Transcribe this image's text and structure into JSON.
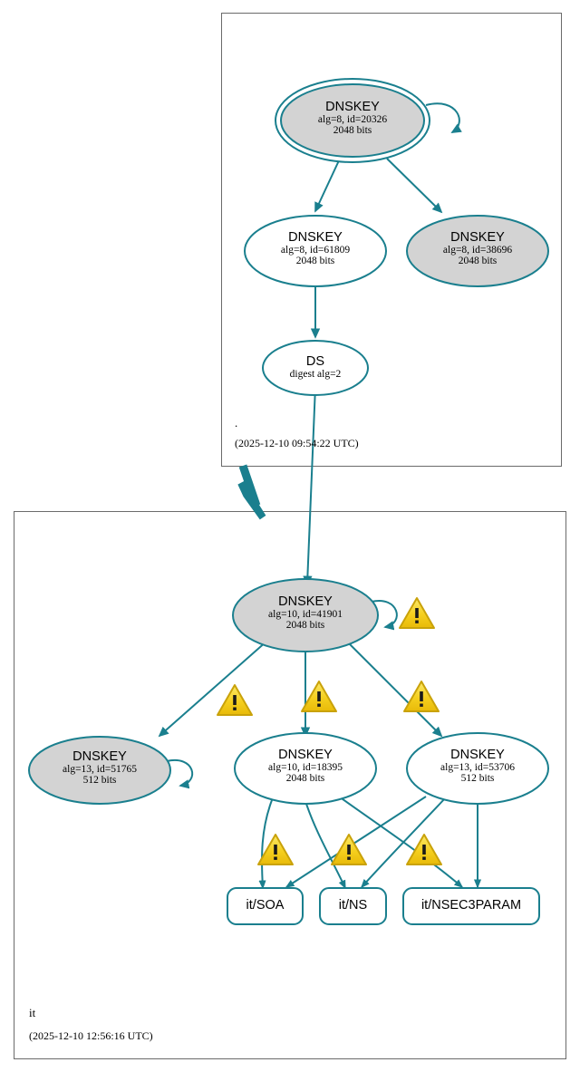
{
  "diagram": {
    "type": "dnssec-authentication-chain",
    "colors": {
      "edge": "#1a7f8e",
      "node_stroke": "#1a7f8e",
      "secure_fill": "#d3d3d3",
      "plain_fill": "#ffffff",
      "cluster_border": "#6b6b6b",
      "warning_fill": "#f5d328",
      "warning_stroke": "#c9a20a",
      "text": "#000000"
    },
    "clusters": [
      {
        "id": "root",
        "name": ".",
        "timestamp": "(2025-12-10 09:54:22 UTC)"
      },
      {
        "id": "it",
        "name": "it",
        "timestamp": "(2025-12-10 12:56:16 UTC)"
      }
    ],
    "nodes": [
      {
        "id": "root-ksk",
        "cluster": "root",
        "shape": "ellipse",
        "trust_anchor": true,
        "filled": true,
        "title": "DNSKEY",
        "line2": "alg=8, id=20326",
        "line3": "2048 bits",
        "self_loop": true
      },
      {
        "id": "root-zsk-61809",
        "cluster": "root",
        "shape": "ellipse",
        "trust_anchor": false,
        "filled": false,
        "title": "DNSKEY",
        "line2": "alg=8, id=61809",
        "line3": "2048 bits",
        "self_loop": false
      },
      {
        "id": "root-zsk-38696",
        "cluster": "root",
        "shape": "ellipse",
        "trust_anchor": false,
        "filled": true,
        "title": "DNSKEY",
        "line2": "alg=8, id=38696",
        "line3": "2048 bits",
        "self_loop": false
      },
      {
        "id": "root-ds",
        "cluster": "root",
        "shape": "ellipse",
        "trust_anchor": false,
        "filled": false,
        "title": "DS",
        "line2": "digest alg=2",
        "line3": "",
        "self_loop": false
      },
      {
        "id": "it-ksk-41901",
        "cluster": "it",
        "shape": "ellipse",
        "trust_anchor": false,
        "filled": true,
        "title": "DNSKEY",
        "line2": "alg=10, id=41901",
        "line3": "2048 bits",
        "self_loop": true
      },
      {
        "id": "it-key-51765",
        "cluster": "it",
        "shape": "ellipse",
        "trust_anchor": false,
        "filled": true,
        "title": "DNSKEY",
        "line2": "alg=13, id=51765",
        "line3": "512 bits",
        "self_loop": true
      },
      {
        "id": "it-key-18395",
        "cluster": "it",
        "shape": "ellipse",
        "trust_anchor": false,
        "filled": false,
        "title": "DNSKEY",
        "line2": "alg=10, id=18395",
        "line3": "2048 bits",
        "self_loop": false
      },
      {
        "id": "it-key-53706",
        "cluster": "it",
        "shape": "ellipse",
        "trust_anchor": false,
        "filled": false,
        "title": "DNSKEY",
        "line2": "alg=13, id=53706",
        "line3": "512 bits",
        "self_loop": false
      }
    ],
    "rrsets": [
      {
        "id": "it-soa",
        "label": "it/SOA"
      },
      {
        "id": "it-ns",
        "label": "it/NS"
      },
      {
        "id": "it-nsec3param",
        "label": "it/NSEC3PARAM"
      }
    ],
    "warnings": [
      {
        "id": "warn-ksk-selfsign",
        "for": "it-ksk-41901"
      },
      {
        "id": "warn-ksk-to-51765",
        "for": "it-key-51765"
      },
      {
        "id": "warn-ksk-to-18395",
        "for": "it-key-18395"
      },
      {
        "id": "warn-ksk-to-53706",
        "for": "it-key-53706"
      },
      {
        "id": "warn-soa",
        "for": "it-soa"
      },
      {
        "id": "warn-ns",
        "for": "it-ns"
      },
      {
        "id": "warn-nsec3param",
        "for": "it-nsec3param"
      }
    ],
    "warning_glyph": "!"
  }
}
